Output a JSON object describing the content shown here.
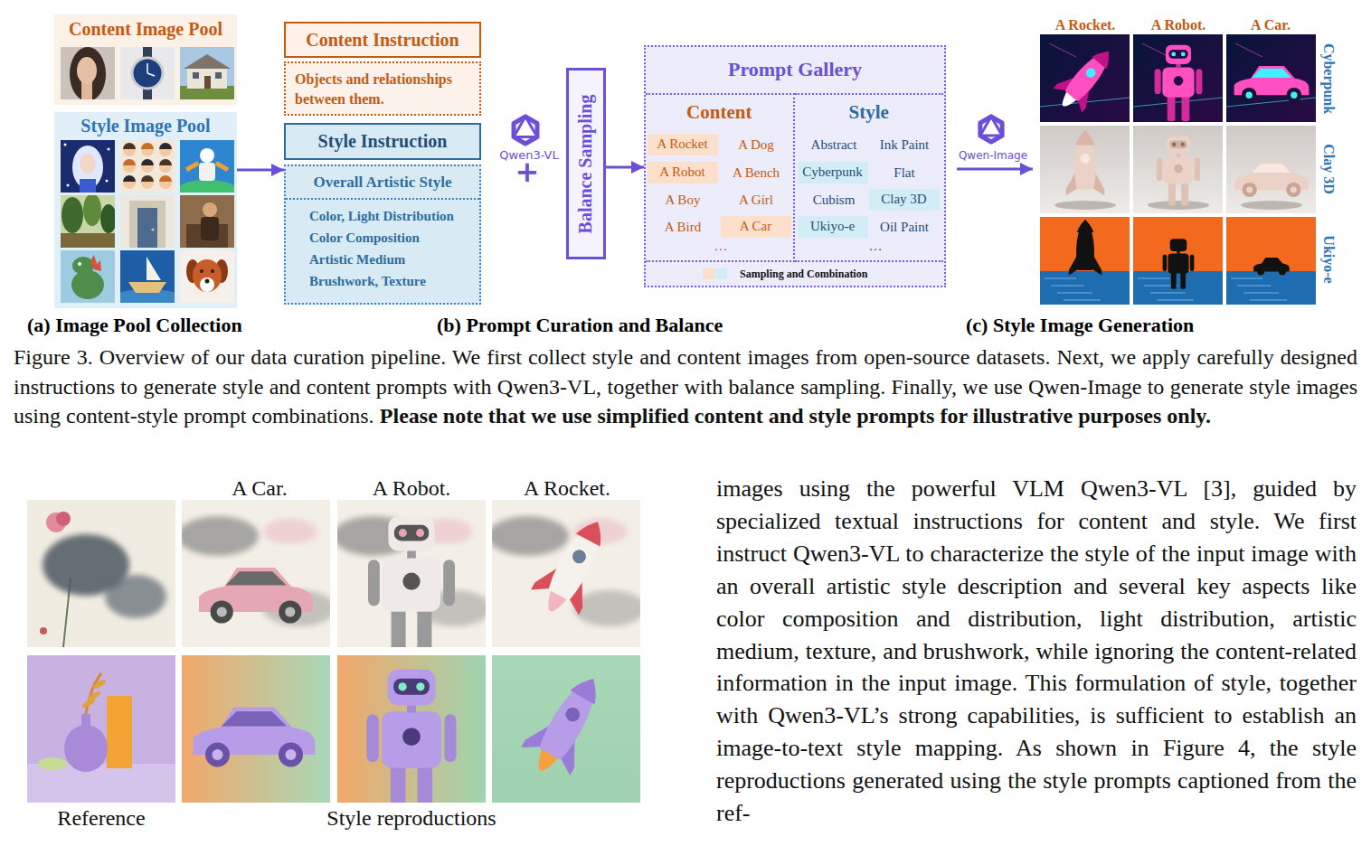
{
  "diagram": {
    "caption": "Figure 3. Overview of our data curation pipeline. We first collect style and content images from open-source datasets. Next, we apply carefully designed instructions to generate style and content prompts with Qwen3-VL, together with balance sampling. Finally, we use Qwen-Image to generate style images using content-style prompt combinations.",
    "nodes": [
      {
        "text": [
          "Content Image Pool"
        ]
      },
      {
        "text": [
          "Style Image Pool"
        ]
      },
      {
        "text": [
          "Content Instruction"
        ]
      },
      {
        "text": [
          "Objects and relationships between them."
        ]
      },
      {
        "text": [
          "Style Instruction"
        ]
      },
      {
        "text": [
          "Overall Artistic Style",
          "Color, Light Distribution",
          "Color Composition",
          "Artistic Medium",
          "Brushwork, Texture"
        ]
      },
      {
        "text": [
          "Balance Sampling"
        ]
      },
      {
        "text": [
          "Prompt Gallery"
        ]
      },
      {
        "text": [
          "Content"
        ],
        "in": 7
      },
      {
        "text": [
          "Style"
        ],
        "in": 7
      },
      {
        "text": [
          "A Rocket"
        ],
        "in": 8
      },
      {
        "text": [
          "A Robot"
        ],
        "in": 8
      },
      {
        "text": [
          "A Car"
        ],
        "in": 8
      },
      {
        "text": [
          "Cyberpunk"
        ],
        "in": 9
      },
      {
        "text": [
          "Clay 3D"
        ],
        "in": 9
      },
      {
        "text": [
          "Ukiyo-e"
        ],
        "in": 9
      }
    ],
    "edges": [
      {
        "from": 1,
        "to": 5,
        "arrow": "to"
      },
      {
        "from": 6,
        "to": 7,
        "arrow": "to"
      }
    ],
    "labels": [
      "Qwen3-VL",
      "+",
      "A Dog",
      "A Bench",
      "A Boy",
      "A Girl",
      "A Bird",
      "…",
      "Abstract",
      "Ink Paint",
      "Flat",
      "Cubism",
      "Oil Paint",
      "…",
      "Qwen-Image",
      "A Rocket.",
      "A Robot.",
      "A Car.",
      "Cyberpunk",
      "Clay 3D",
      "Ukiyo-e",
      "(a) Image Pool Collection",
      "(b) Prompt Curation and Balance",
      "(c) Style Image Generation",
      "Please note that we use simplified content and style prompts for illustrative purposes only.",
      "A Car.",
      "A Robot.",
      "A Rocket.",
      "Reference",
      "Style reproductions",
      "images using the powerful VLM Qwen3-VL [3], guided by specialized textual instructions for content and style. We first instruct Qwen3-VL to characterize the style of the input image with an overall artistic style description and several key aspects like color composition and distribution, light distribution, artistic medium, texture, and brushwork, while ignoring the content-related information in the input image. This formulation of style, together with Qwen3-VL’s strong capabilities, is sufficient to establish an image-to-text style mapping. As shown in Figure 4, the style reproductions generated using the style prompts captioned from the ref-"
    ],
    "legend": [
      {
        "text": "Sampling and Combination",
        "color": "#fde0cb"
      }
    ]
  }
}
